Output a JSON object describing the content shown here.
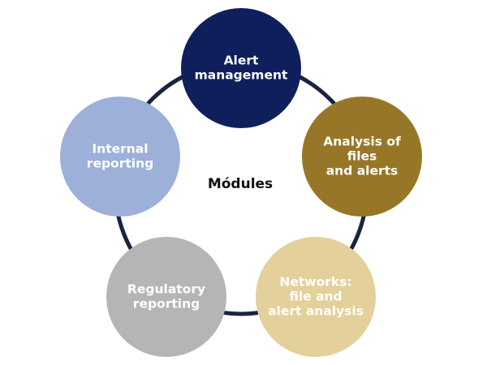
{
  "diagram": {
    "center_label": "Módules",
    "ring_color": "#1a2340",
    "nodes": [
      {
        "id": "alert-management",
        "lines": [
          "Alert",
          "management"
        ],
        "fill": "#0f1f5c",
        "text_color": "#ffffff"
      },
      {
        "id": "analysis-files-alerts",
        "lines": [
          "Analysis of",
          "files",
          "and alerts"
        ],
        "fill": "#977727",
        "text_color": "#ffffff"
      },
      {
        "id": "networks-analysis",
        "lines": [
          "Networks:",
          "file and",
          "alert analysis"
        ],
        "fill": "#e3d09a",
        "text_color": "#ffffff"
      },
      {
        "id": "regulatory-reporting",
        "lines": [
          "Regulatory",
          "reporting"
        ],
        "fill": "#b5b5b5",
        "text_color": "#ffffff"
      },
      {
        "id": "internal-reporting",
        "lines": [
          "Internal",
          "reporting"
        ],
        "fill": "#9db0d9",
        "text_color": "#ffffff"
      }
    ]
  }
}
